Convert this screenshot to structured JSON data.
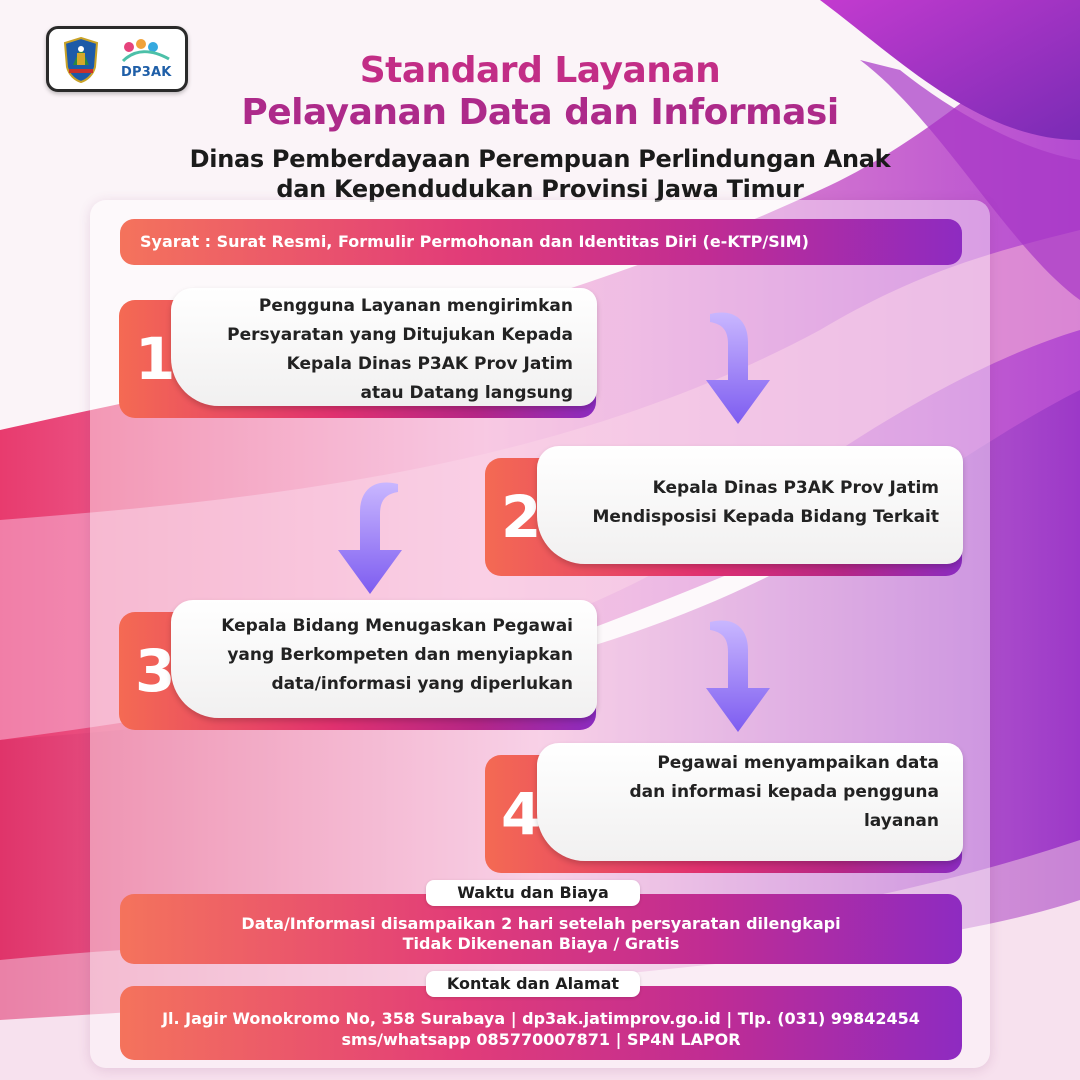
{
  "logo": {
    "text": "DP3AK",
    "crest_icon": "east-java-crest-icon",
    "brand_icon": "dp3ak-logo-icon"
  },
  "header": {
    "title_line1": "Standard Layanan",
    "title_line2": "Pelayanan Data dan Informasi",
    "subtitle_line1": "Dinas Pemberdayaan Perempuan Perlindungan Anak",
    "subtitle_line2": "dan Kependudukan Provinsi Jawa Timur"
  },
  "requirements": "Syarat : Surat Resmi, Formulir Permohonan dan Identitas Diri (e-KTP/SIM)",
  "steps": [
    {
      "number": "1",
      "lines": [
        "Pengguna Layanan mengirimkan",
        "Persyaratan yang Ditujukan Kepada",
        "Kepala Dinas P3AK Prov Jatim",
        "atau Datang langsung"
      ]
    },
    {
      "number": "2",
      "lines": [
        "Kepala Dinas P3AK Prov Jatim",
        "Mendisposisi Kepada Bidang Terkait"
      ]
    },
    {
      "number": "3",
      "lines": [
        "Kepala Bidang Menugaskan Pegawai",
        "yang Berkompeten dan menyiapkan",
        "data/informasi yang diperlukan"
      ]
    },
    {
      "number": "4",
      "lines": [
        "Pegawai menyampaikan data",
        "dan informasi kepada pengguna",
        "layanan"
      ]
    }
  ],
  "time_cost": {
    "label": "Waktu dan Biaya",
    "line1": "Data/Informasi disampaikan 2 hari setelah persyaratan dilengkapi",
    "line2": "Tidak Dikenenan Biaya / Gratis"
  },
  "contact": {
    "label": "Kontak dan Alamat",
    "line1": "Jl. Jagir Wonokromo No, 358 Surabaya | dp3ak.jatimprov.go.id | Tlp. (031) 99842454",
    "line2": "sms/whatsapp 085770007871 | SP4N LAPOR"
  },
  "colors": {
    "title_pink": "#c22d86",
    "gradient_start": "#f4735c",
    "gradient_mid": "#e23d78",
    "gradient_end": "#8e2bc1",
    "arrow": "#8d6df2"
  }
}
